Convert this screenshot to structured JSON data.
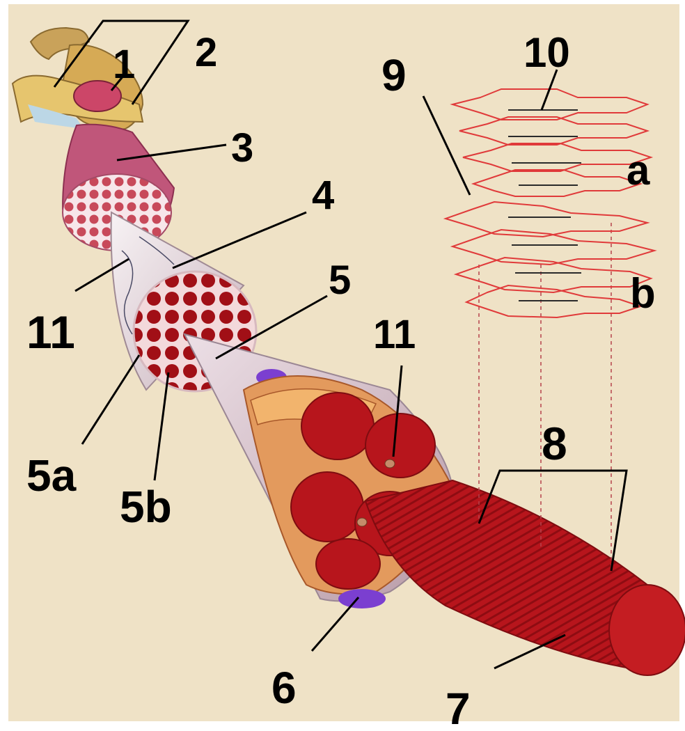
{
  "labels": {
    "l1": "1",
    "l2": "2",
    "l3": "3",
    "l4": "4",
    "l5": "5",
    "l5a": "5a",
    "l5b": "5b",
    "l6": "6",
    "l7": "7",
    "l8": "8",
    "l9": "9",
    "l10": "10",
    "l11_left": "11",
    "l11_right": "11",
    "la": "a",
    "lb": "b"
  },
  "colors": {
    "background": "#efe2c6",
    "muscle": "#b7151c",
    "muscle_dark": "#7e0c10",
    "fascicle": "#c98b7e",
    "sheath": "#e9dfe2",
    "nucleus": "#7b3fd0",
    "myofibril_line": "#e03a3a"
  }
}
